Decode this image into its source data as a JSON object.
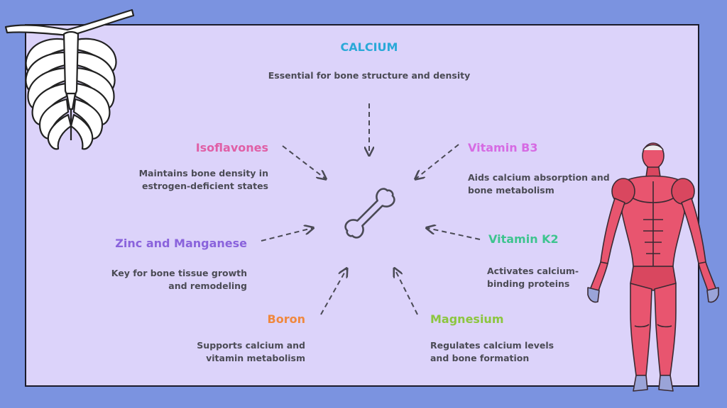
{
  "nutrients": {
    "calcium": {
      "title": "CALCIUM",
      "desc": [
        "Essential for bone structure and density"
      ],
      "color": "#2aa9d8"
    },
    "isoflavones": {
      "title": "Isoflavones",
      "desc": [
        "Maintains bone density in",
        "estrogen-deficient states"
      ],
      "color": "#e05fa6"
    },
    "vitamin_b3": {
      "title": "Vitamin B3",
      "desc": [
        "Aids calcium absorption and",
        "bone metabolism"
      ],
      "color": "#d66be3"
    },
    "zinc_manganese": {
      "title": "Zinc and Manganese",
      "desc": [
        "Key for bone tissue growth",
        "and remodeling"
      ],
      "color": "#8a63dc"
    },
    "vitamin_k2": {
      "title": "Vitamin K2",
      "desc": [
        "Activates calcium-",
        "binding proteins"
      ],
      "color": "#3ec48f"
    },
    "boron": {
      "title": "Boron",
      "desc": [
        "Supports calcium and",
        "vitamin metabolism"
      ],
      "color": "#f0883e"
    },
    "magnesium": {
      "title": "Magnesium",
      "desc": [
        "Regulates calcium levels",
        "and bone formation"
      ],
      "color": "#8cc63f"
    }
  },
  "icons": {
    "center": "bone-icon",
    "top_left": "ribcage-illustration",
    "right": "human-muscle-anatomy-illustration"
  },
  "colors": {
    "background": "#7b93e0",
    "panel": "#dcd3fa",
    "text": "#4b4b55",
    "arrow": "#4a4a55"
  }
}
